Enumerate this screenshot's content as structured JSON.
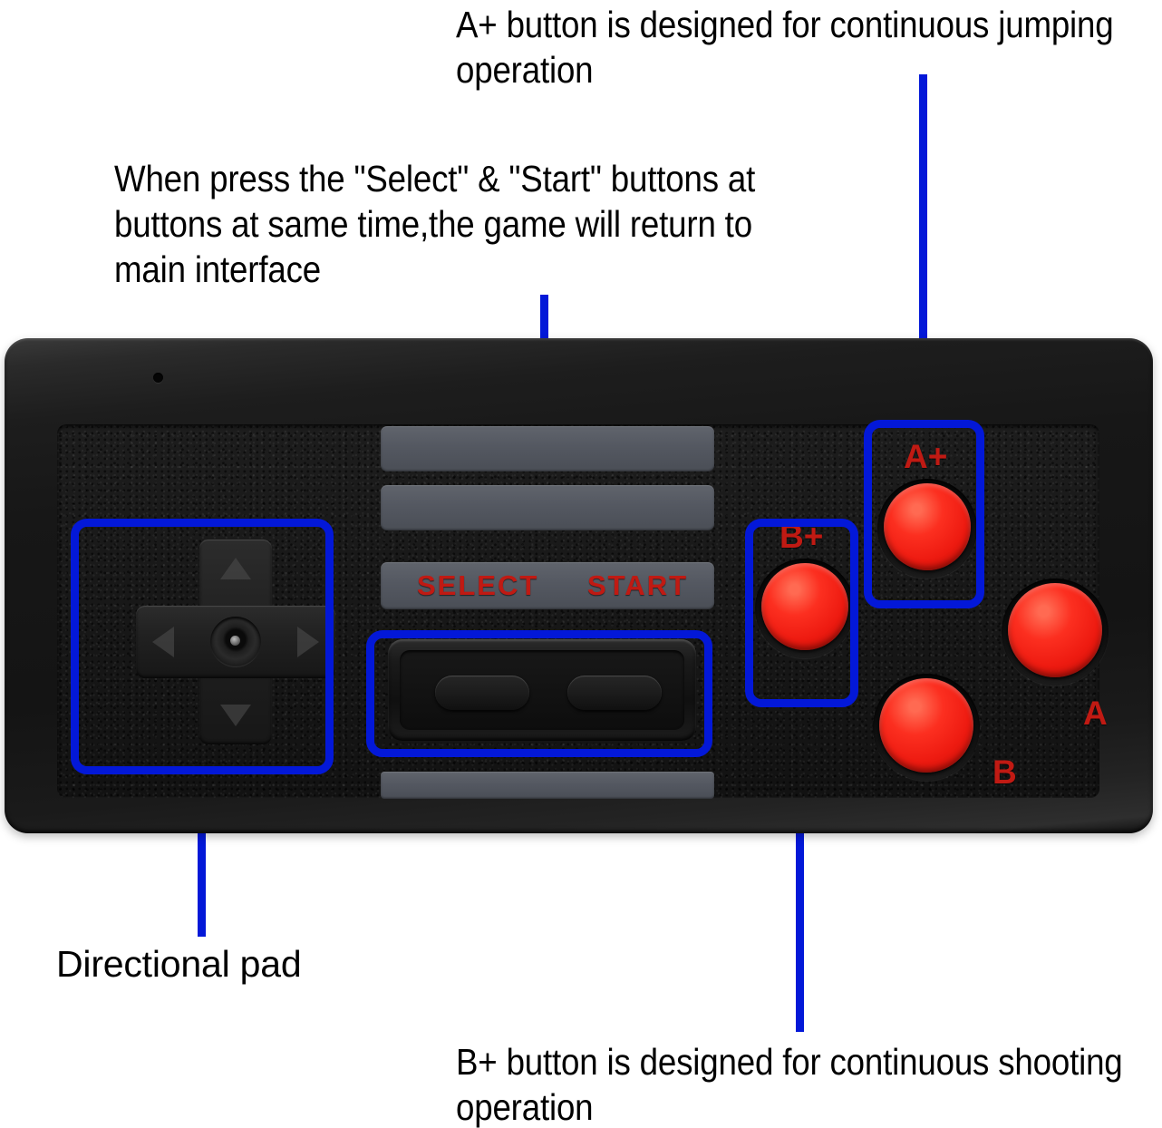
{
  "annotations": {
    "a_plus": "A+ button is designed for continuous jumping operation",
    "select_start": "When press the \"Select\" & \"Start\" buttons at buttons at same time,the game will return to main interface",
    "directional_pad": "Directional pad",
    "b_plus": "B+ button is designed for continuous shooting operation"
  },
  "controller": {
    "stripe_labels": {
      "select": "SELECT",
      "start": "START"
    },
    "button_labels": {
      "a_plus": "A+",
      "b_plus": "B+",
      "a": "A",
      "b": "B"
    }
  },
  "colors": {
    "annotation_line": "#0318D8",
    "annotation_text": "#000000",
    "button_red": "#EE1B11",
    "label_red": "#C01A13",
    "body_black": "#171717",
    "stripe_gray": "#545861",
    "background": "#FFFFFF"
  }
}
